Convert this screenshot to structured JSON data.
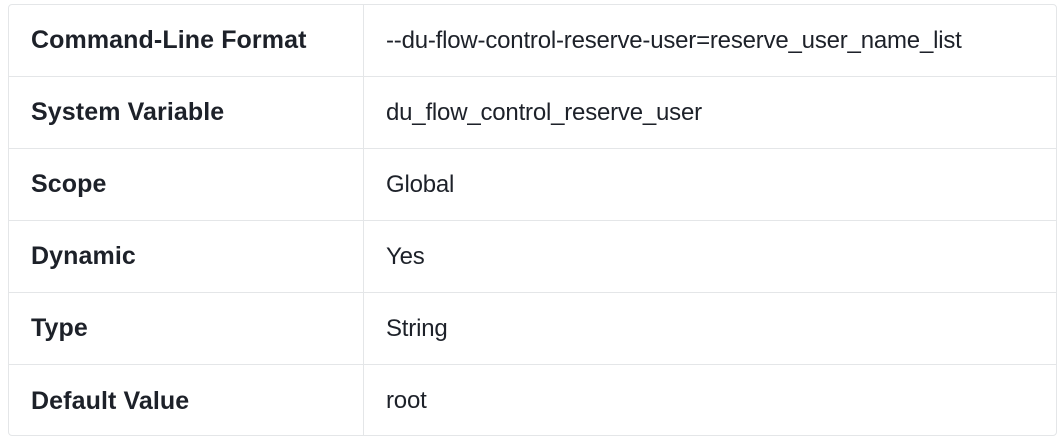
{
  "table": {
    "rows": [
      {
        "label": "Command-Line Format",
        "value": "--du-flow-control-reserve-user=reserve_user_name_list"
      },
      {
        "label": "System Variable",
        "value": "du_flow_control_reserve_user"
      },
      {
        "label": "Scope",
        "value": "Global"
      },
      {
        "label": "Dynamic",
        "value": "Yes"
      },
      {
        "label": "Type",
        "value": "String"
      },
      {
        "label": "Default Value",
        "value": "root"
      }
    ],
    "colors": {
      "border": "#e4e6e8",
      "text": "#1d2129",
      "background": "#ffffff"
    }
  }
}
